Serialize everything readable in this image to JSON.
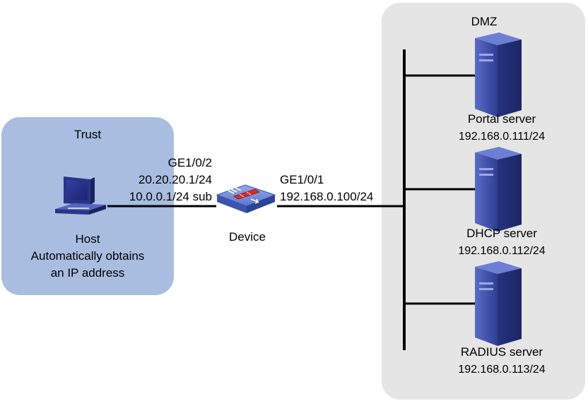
{
  "zones": {
    "trust": "Trust",
    "dmz": "DMZ"
  },
  "host": {
    "name": "Host",
    "line1": "Automatically obtains",
    "line2": "an IP address",
    "icon": "desktop-computer-icon"
  },
  "device": {
    "name": "Device",
    "icon": "firewall-icon",
    "left_port": {
      "name": "GE1/0/2",
      "ip1": "20.20.20.1/24",
      "ip2": "10.0.0.1/24 sub"
    },
    "right_port": {
      "name": "GE1/0/1",
      "ip": "192.168.0.100/24"
    }
  },
  "servers": [
    {
      "name": "Portal server",
      "ip": "192.168.0.111/24",
      "icon": "server-tower-icon"
    },
    {
      "name": "DHCP server",
      "ip": "192.168.0.112/24",
      "icon": "server-tower-icon"
    },
    {
      "name": "RADIUS server",
      "ip": "192.168.0.113/24",
      "icon": "server-tower-icon"
    }
  ],
  "colors": {
    "trust_zone": "#a9bde0",
    "dmz_zone": "#e5e5e5",
    "links": "#000000",
    "device_body": "#6b86d6",
    "device_bar": "#d92b2b",
    "server_body": "#3d4ea8"
  }
}
